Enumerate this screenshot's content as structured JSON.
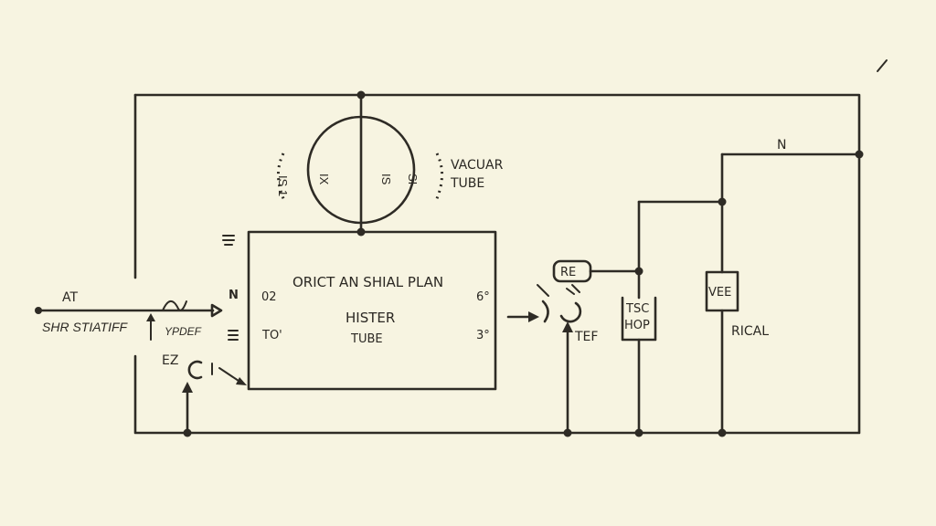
{
  "colors": {
    "paper": "#f7f4e1",
    "ink": "#2e2b25"
  },
  "labels": {
    "vacuum_tube_line1": "VACUAR",
    "vacuum_tube_line2": "TUBE",
    "tube_left_inner": "IX",
    "tube_right_inner": "IS",
    "tube_left_outer": "IS 1",
    "tube_right_outer": "SI",
    "n_top_right": "N",
    "n_left": "N",
    "box_title": "ORICT AN SHIAL PLAN",
    "box_line2": "HISTER",
    "box_line3": "TUBE",
    "box_left_top": "02",
    "box_left_bottom": "TO'",
    "box_right_top": "6°",
    "box_right_bottom": "3°",
    "at": "AT",
    "shr_statiff": "SHR STIATIFF",
    "ypdef": "YPDEF",
    "ez": "EZ",
    "re": "RE",
    "tef": "TEF",
    "tsc": "TSC",
    "hop": "HOP",
    "vee": "VEE",
    "rical": "RICAL"
  }
}
